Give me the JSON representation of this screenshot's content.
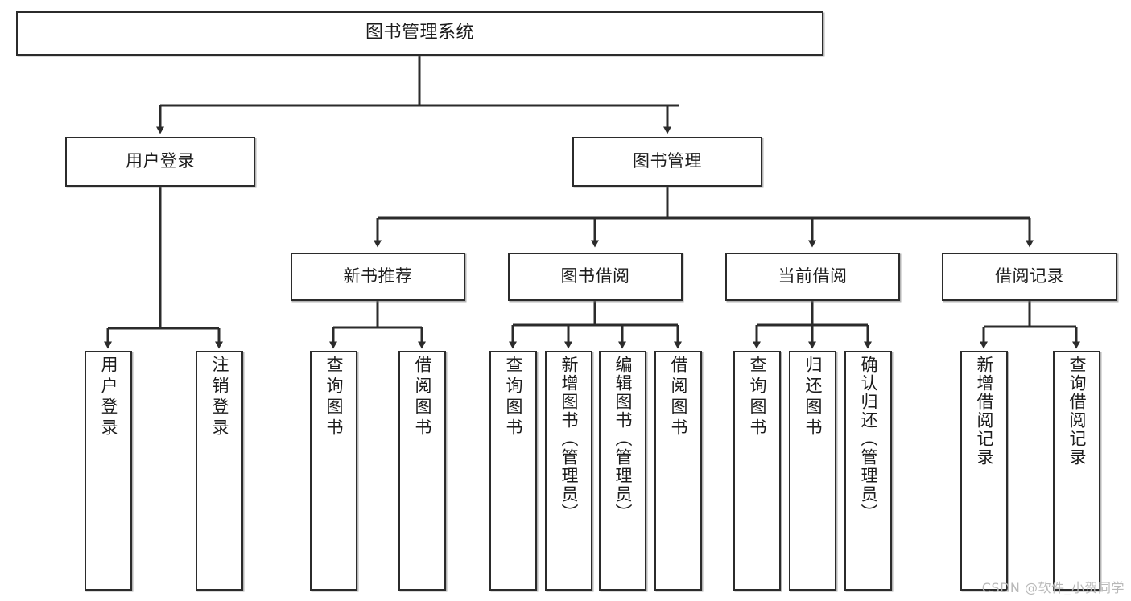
{
  "diagram": {
    "type": "tree-hierarchy",
    "title": "图书管理系统",
    "orientation": "top-down",
    "colors": {
      "box_border": "#2b2b2b",
      "box_fill": "#ffffff",
      "connector": "#2b2b2b",
      "text": "#1c1c1c",
      "watermark": "#b9b9b9",
      "background": "#ffffff"
    },
    "root": {
      "label": "图书管理系统"
    },
    "level2": [
      {
        "label": "用户登录"
      },
      {
        "label": "图书管理"
      }
    ],
    "level3": [
      {
        "label": "新书推荐"
      },
      {
        "label": "图书借阅"
      },
      {
        "label": "当前借阅"
      },
      {
        "label": "借阅记录"
      }
    ],
    "leaves": {
      "user_login": [
        {
          "label": "用户登录"
        },
        {
          "label": "注销登录"
        }
      ],
      "new_book_recommend": [
        {
          "label": "查询图书"
        },
        {
          "label": "借阅图书"
        }
      ],
      "book_borrow": [
        {
          "label": "查询图书"
        },
        {
          "label": "新增图书（管理员）"
        },
        {
          "label": "编辑图书（管理员）"
        },
        {
          "label": "借阅图书"
        }
      ],
      "current_borrow": [
        {
          "label": "查询图书"
        },
        {
          "label": "归还图书"
        },
        {
          "label": "确认归还（管理员）"
        }
      ],
      "borrow_record": [
        {
          "label": "新增借阅记录"
        },
        {
          "label": "查询借阅记录"
        }
      ]
    }
  },
  "watermark": {
    "text": "CSDN @软件_小贺同学"
  }
}
